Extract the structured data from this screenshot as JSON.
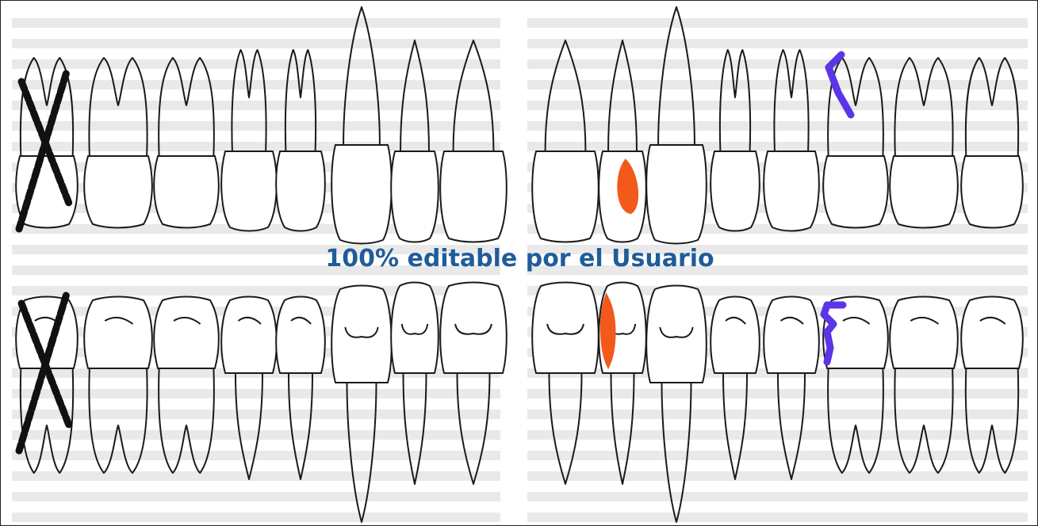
{
  "caption": "100% editable por el Usuario",
  "colors": {
    "stripe": "#e9e9e9",
    "outline": "#1a1a1a",
    "caption": "#1f5c9a",
    "mark_missing": "#111111",
    "mark_caries": "#f2591b",
    "mark_fracture": "#5b35e8"
  },
  "teeth": {
    "upper": [
      {
        "id": "u1",
        "type": "molar",
        "mark": "missing"
      },
      {
        "id": "u2",
        "type": "molar"
      },
      {
        "id": "u3",
        "type": "molar"
      },
      {
        "id": "u4",
        "type": "premolar"
      },
      {
        "id": "u5",
        "type": "premolar"
      },
      {
        "id": "u6",
        "type": "canine"
      },
      {
        "id": "u7",
        "type": "incisor"
      },
      {
        "id": "u8",
        "type": "incisor"
      },
      {
        "id": "u9",
        "type": "incisor"
      },
      {
        "id": "u10",
        "type": "incisor",
        "mark": "caries"
      },
      {
        "id": "u11",
        "type": "canine"
      },
      {
        "id": "u12",
        "type": "premolar"
      },
      {
        "id": "u13",
        "type": "premolar"
      },
      {
        "id": "u14",
        "type": "molar",
        "mark": "fracture"
      },
      {
        "id": "u15",
        "type": "molar"
      },
      {
        "id": "u16",
        "type": "molar"
      }
    ],
    "lower": [
      {
        "id": "l1",
        "type": "molar",
        "mark": "missing"
      },
      {
        "id": "l2",
        "type": "molar"
      },
      {
        "id": "l3",
        "type": "molar"
      },
      {
        "id": "l4",
        "type": "premolar"
      },
      {
        "id": "l5",
        "type": "premolar"
      },
      {
        "id": "l6",
        "type": "canine"
      },
      {
        "id": "l7",
        "type": "incisor"
      },
      {
        "id": "l8",
        "type": "incisor"
      },
      {
        "id": "l9",
        "type": "incisor"
      },
      {
        "id": "l10",
        "type": "incisor",
        "mark": "caries"
      },
      {
        "id": "l11",
        "type": "canine"
      },
      {
        "id": "l12",
        "type": "premolar"
      },
      {
        "id": "l13",
        "type": "premolar"
      },
      {
        "id": "l14",
        "type": "molar",
        "mark": "fracture"
      },
      {
        "id": "l15",
        "type": "molar"
      },
      {
        "id": "l16",
        "type": "molar"
      }
    ]
  }
}
